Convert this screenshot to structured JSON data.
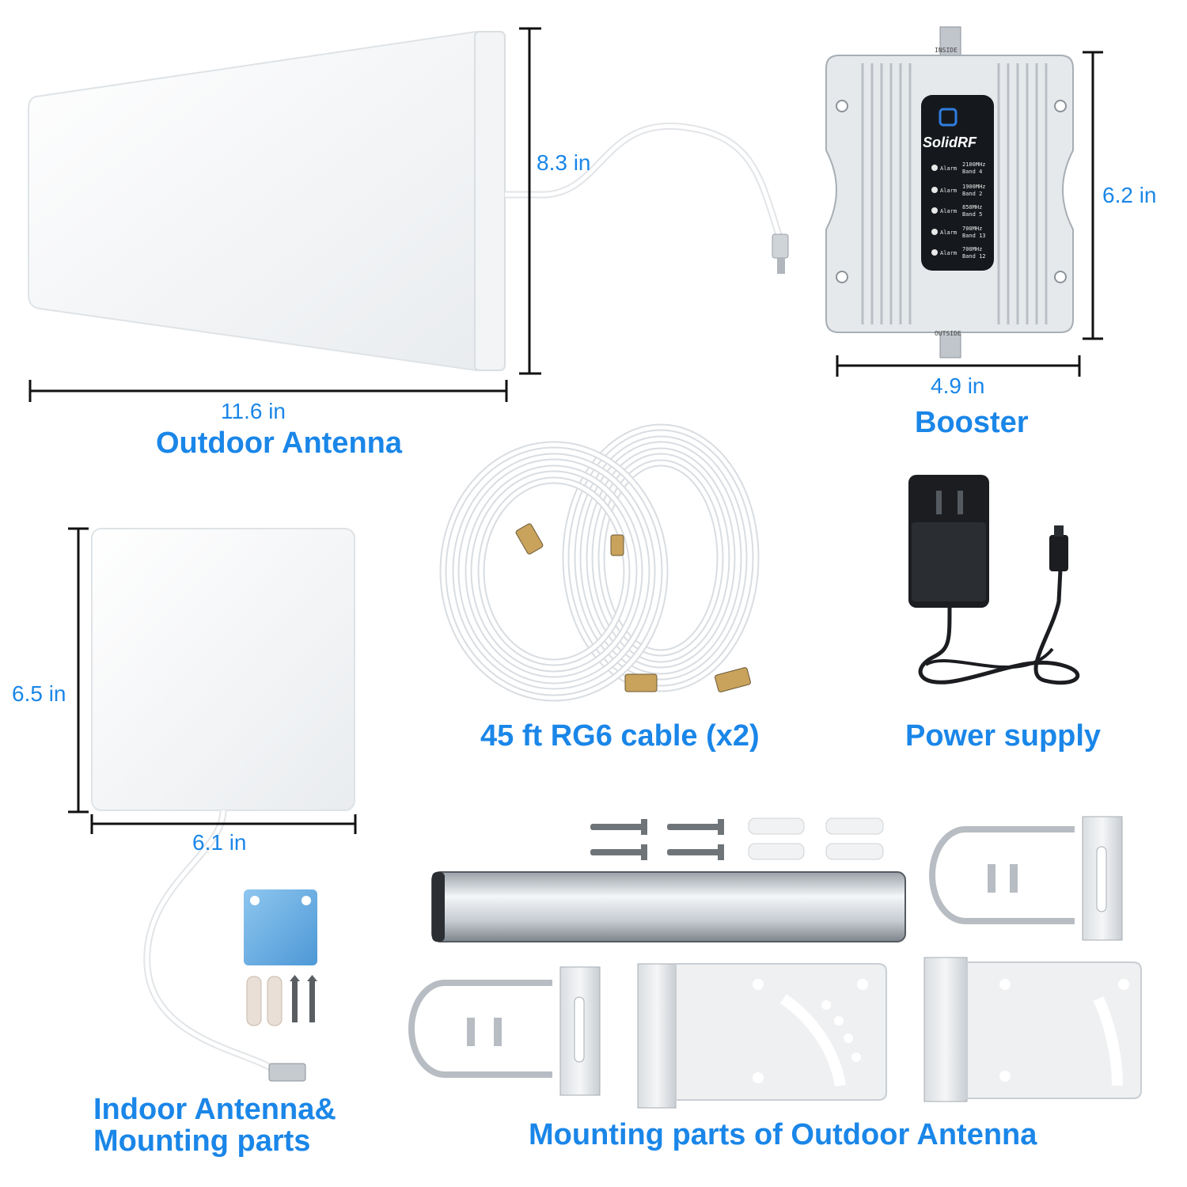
{
  "colors": {
    "accent": "#1a86e8",
    "dimension_line": "#111111"
  },
  "titles": {
    "outdoor_antenna": "Outdoor Antenna",
    "booster": "Booster",
    "cable": "45 ft RG6 cable (x2)",
    "power_supply": "Power supply",
    "indoor_antenna_line1": "Indoor Antenna&",
    "indoor_antenna_line2": "Mounting parts",
    "mounting_parts": "Mounting parts of Outdoor Antenna"
  },
  "dimensions": {
    "outdoor_width": "11.6 in",
    "outdoor_height": "8.3 in",
    "booster_width": "4.9 in",
    "booster_height": "6.2 in",
    "indoor_width": "6.1 in",
    "indoor_height": "6.5 in"
  },
  "booster_panel": {
    "brand": "SolidRF",
    "port_top": "INSIDE",
    "port_bottom": "OUTSIDE",
    "alarm_label": "Alarm",
    "bands": [
      {
        "freq": "2100MHz",
        "band": "Band 4"
      },
      {
        "freq": "1900MHz",
        "band": "Band 2"
      },
      {
        "freq": "850MHz",
        "band": "Band 5"
      },
      {
        "freq": "700MHz",
        "band": "Band 13"
      },
      {
        "freq": "700MHz",
        "band": "Band 12"
      }
    ]
  }
}
